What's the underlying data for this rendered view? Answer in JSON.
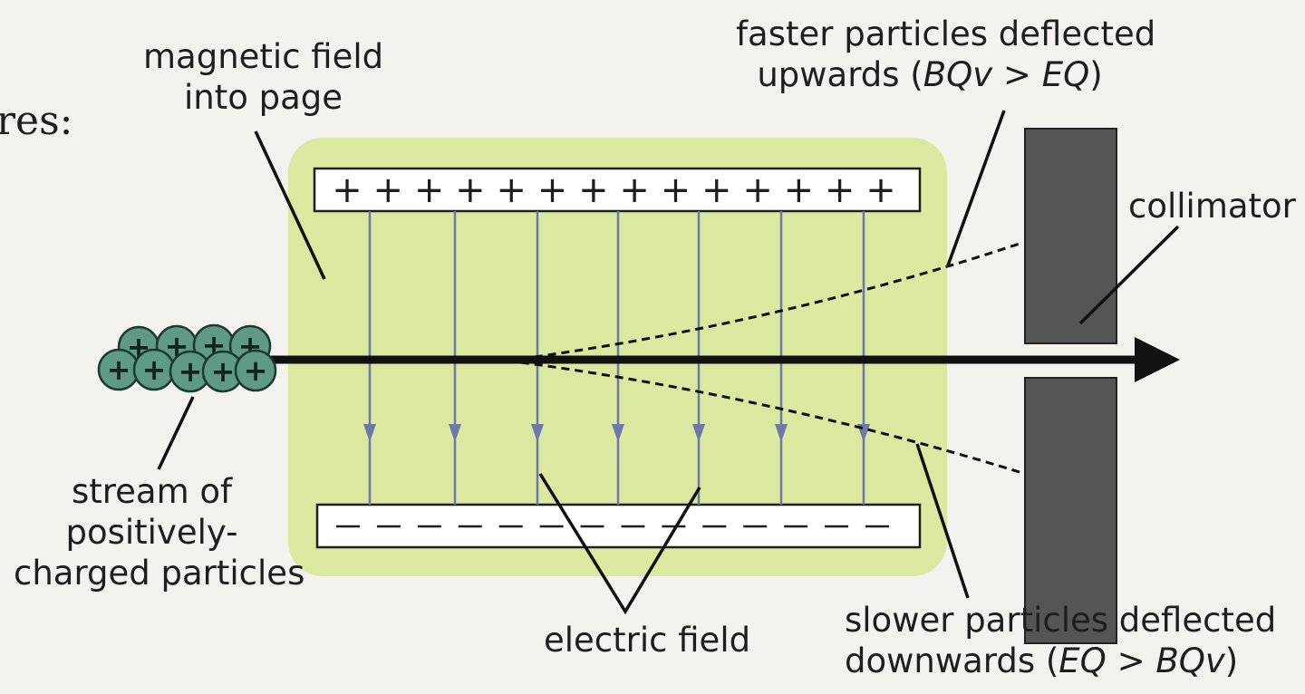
{
  "page_fragment": "res:",
  "labels": {
    "magnetic_field": [
      "magnetic field",
      "into page"
    ],
    "faster": [
      "faster particles deflected",
      "upwards (",
      "BQv",
      " > ",
      "EQ",
      ")"
    ],
    "collimator": "collimator",
    "stream": [
      "stream of",
      "positively-",
      "charged particles"
    ],
    "electric_field": "electric field",
    "slower": [
      "slower particles deflected",
      "downwards (",
      "EQ",
      " > ",
      "BQv",
      ")"
    ]
  },
  "plates": {
    "positive_symbol": "+",
    "positive_count": 14,
    "negative_symbol": "−",
    "negative_count": 14
  },
  "particles": {
    "symbol": "+",
    "count": 9
  },
  "colors": {
    "field_region": "#dbe8a0",
    "plate": "#ffffff",
    "field_line": "#6d77a8",
    "beam": "#111111",
    "particle": "#5e9a85",
    "collimator": "#555555",
    "ink": "#1e1e1e"
  }
}
